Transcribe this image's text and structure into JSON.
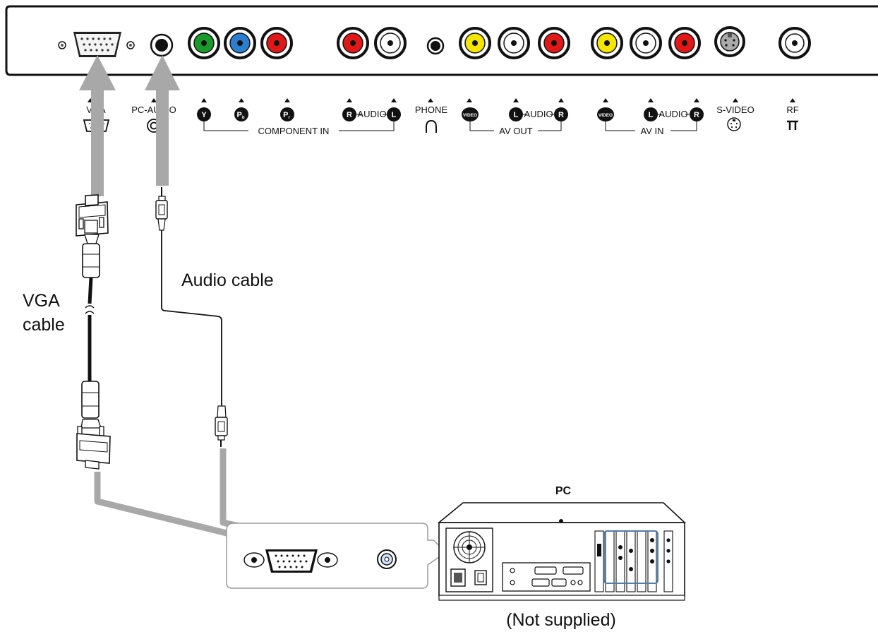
{
  "panel_labels": {
    "vga": "VGA",
    "pc_audio": "PC-AUDIO",
    "component_in": "COMPONENT IN",
    "y": "Y",
    "pb": "Pb",
    "pr": "Pr",
    "audio_r": "R",
    "audio": "AUDIO",
    "audio_l": "L",
    "phone": "PHONE",
    "video": "VIDEO",
    "av_out": "AV OUT",
    "av_in": "AV IN",
    "s_video": "S-VIDEO",
    "rf": "RF"
  },
  "cables": {
    "vga_cable_line1": "VGA",
    "vga_cable_line2": "cable",
    "audio_cable": "Audio cable"
  },
  "pc": {
    "title": "PC",
    "note": "(Not supplied)"
  },
  "jack_colors": {
    "component_y": "#1a9a2a",
    "component_pb": "#2b7fd0",
    "component_pr": "#e01818",
    "audio_red": "#e01818",
    "audio_white": "#ffffff",
    "video_yellow": "#f5e600",
    "pc_audio_out": "#cfe3ff"
  },
  "arrow_color": "#a8a8a8"
}
